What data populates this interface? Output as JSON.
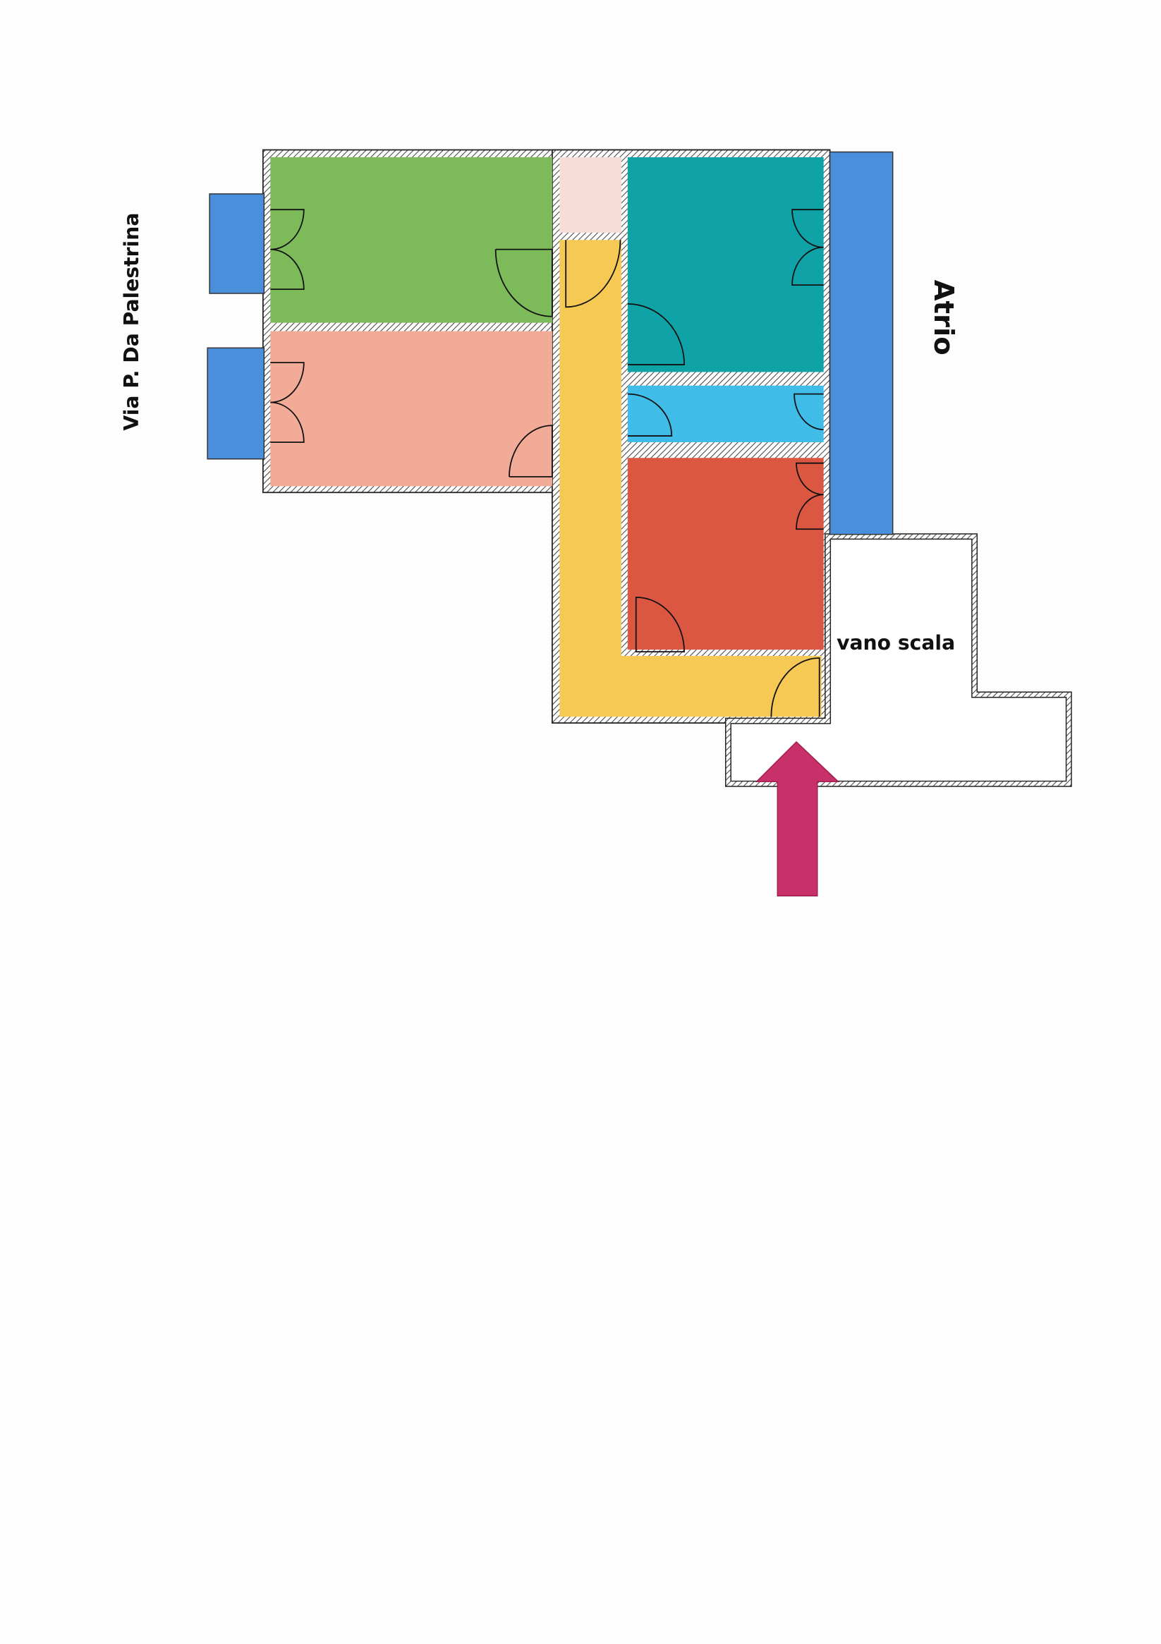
{
  "labels": {
    "street": "Via P. Da Palestrina",
    "atrium": "Atrio",
    "stairwell": "vano scala"
  },
  "colors": {
    "room_green": "#7dbb5a",
    "room_salmon": "#f2ab97",
    "room_pale_pink": "#f7ddd8",
    "corridor_yellow": "#f6c955",
    "room_teal": "#0fa3a8",
    "room_light_blue": "#3fbde8",
    "room_red": "#db5742",
    "atrium_blue": "#4a8fdb",
    "balcony_blue": "#4a8fdb",
    "entrance_arrow": "#c8306a"
  }
}
